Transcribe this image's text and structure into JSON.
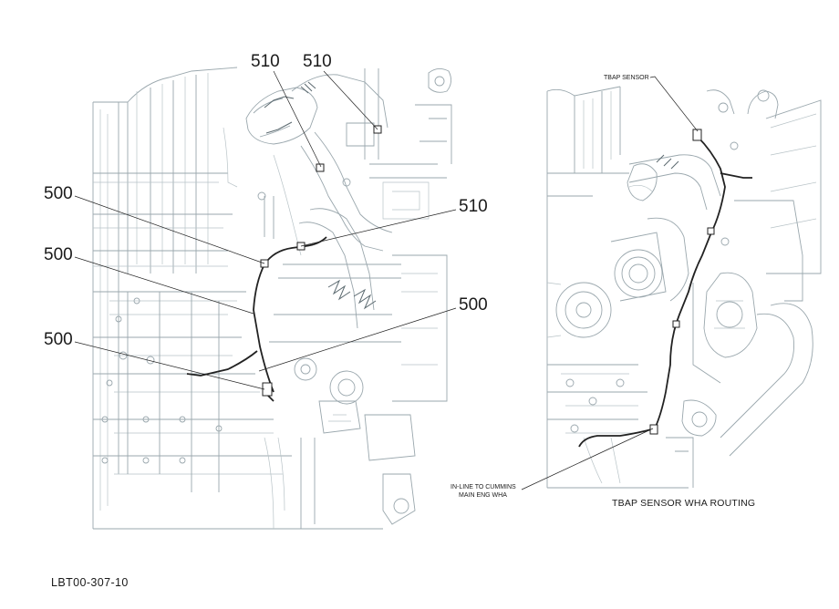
{
  "left_view": {
    "callouts": [
      "510",
      "510",
      "500",
      "510",
      "500",
      "500",
      "500"
    ]
  },
  "right_view": {
    "label_sensor": "TBAP SENSOR",
    "label_inline_1": "IN-LINE TO CUMMINS",
    "label_inline_2": "MAIN ENG WHA",
    "caption": "TBAP SENSOR WHA ROUTING"
  },
  "document_id": "LBT00-307-10"
}
